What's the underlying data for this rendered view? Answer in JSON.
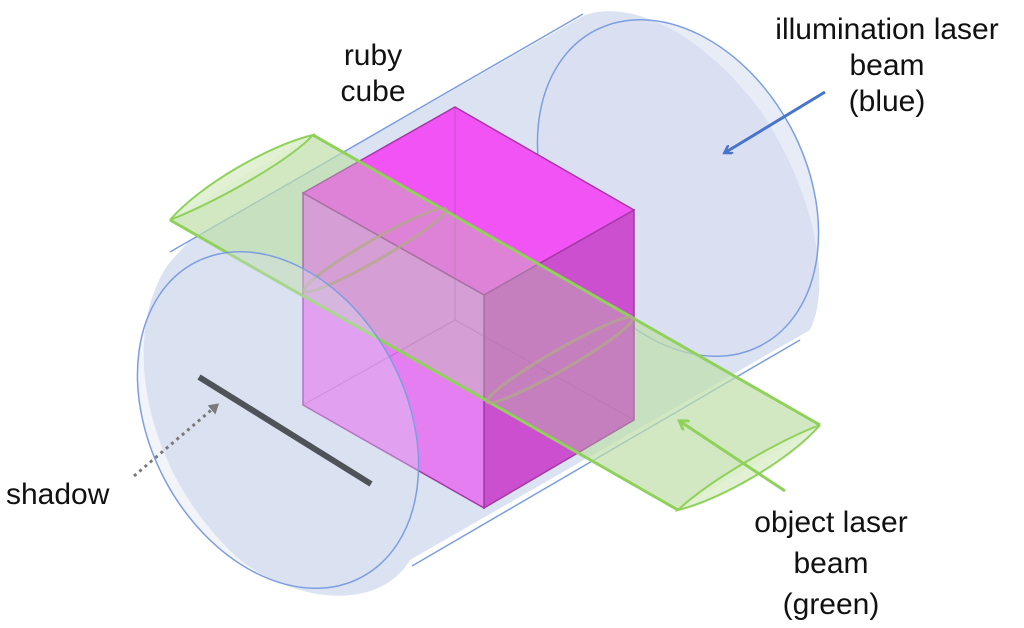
{
  "title": "Ruby cube illuminated by two laser beams",
  "labels": {
    "ruby_cube": [
      "ruby",
      "cube"
    ],
    "illumination_beam": [
      "illumination laser",
      "beam",
      "(blue)"
    ],
    "object_beam": [
      "object laser",
      "beam",
      "(green)"
    ],
    "shadow": [
      "shadow"
    ]
  },
  "colors": {
    "illumination_fill": "#d9e0f1",
    "illumination_stroke": "#7c9ee0",
    "cube_top": "#f253f4",
    "cube_front": "#e57ef0",
    "cube_right": "#cc4fcf",
    "cube_edge": "#a23aa6",
    "object_fill": "#dff0cf",
    "object_stroke": "#8fd15a",
    "shadow": "#4e5359",
    "illumination_arrow": "#4874c9",
    "object_arrow": "#8fd15a",
    "shadow_arrow": "#7a7a7a"
  }
}
